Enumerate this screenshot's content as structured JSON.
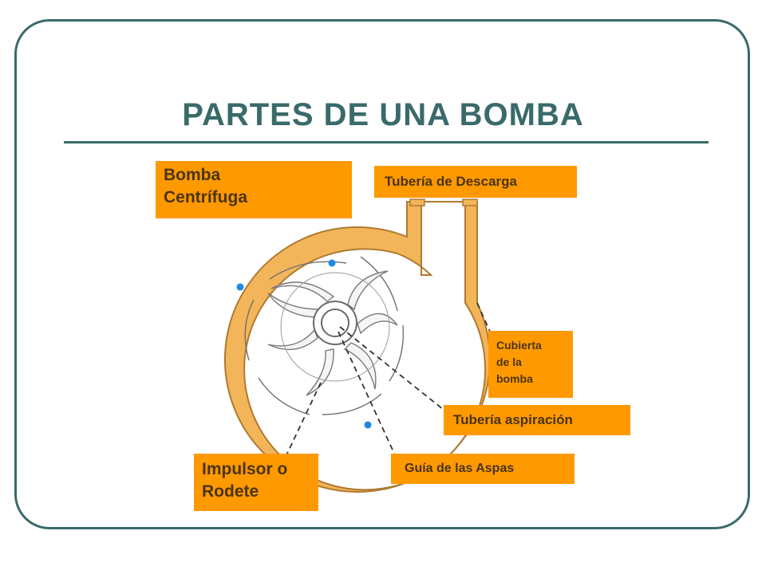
{
  "slide": {
    "title": "PARTES DE UNA BOMBA"
  },
  "labels": {
    "bomba": [
      "Bomba",
      "Centrífuga"
    ],
    "descarga": "Tubería de Descarga",
    "cubierta": [
      "Cubierta",
      "de la",
      "bomba"
    ],
    "aspiracion": "Tubería aspiración",
    "aspas": "Guía de las Aspas",
    "impulsor": [
      "Impulsor o",
      "Rodete"
    ]
  },
  "colors": {
    "title": "#3a6a6a",
    "label_fill": "#ff9900",
    "label_text": "#4a3416",
    "casing_fill": "#f3b55a",
    "casing_stroke": "#b07a30",
    "vane_stroke": "#707070",
    "dots": "#1e88e5"
  }
}
